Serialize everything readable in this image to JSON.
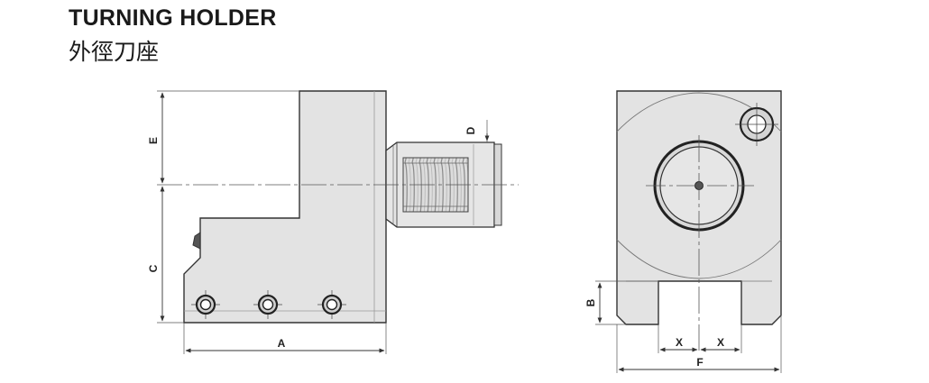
{
  "title": {
    "en": "TURNING HOLDER",
    "zh": "外徑刀座"
  },
  "dimensions": {
    "a": "A",
    "b": "B",
    "c": "C",
    "d": "D",
    "e": "E",
    "f": "F",
    "x1": "X",
    "x2": "X"
  },
  "colors": {
    "body_fill": "#e3e3e3",
    "line": "#333333",
    "center_line": "#555555"
  }
}
